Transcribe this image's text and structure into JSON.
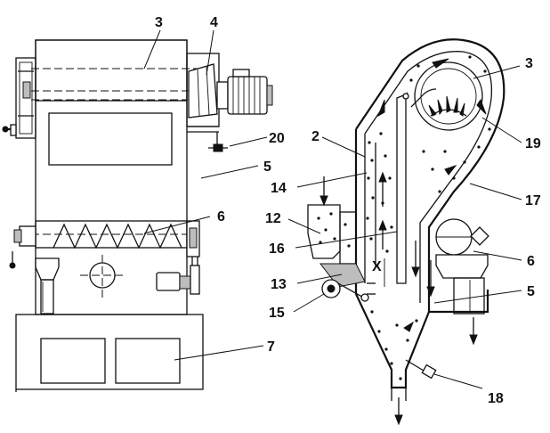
{
  "callouts": {
    "left_3": "3",
    "left_4": "4",
    "left_20": "20",
    "left_5": "5",
    "left_6": "6",
    "left_7": "7",
    "right_3": "3",
    "right_2": "2",
    "right_19": "19",
    "right_14": "14",
    "right_17": "17",
    "right_12": "12",
    "right_16": "16",
    "right_6": "6",
    "right_13": "13",
    "right_x": "X",
    "right_5": "5",
    "right_15": "15",
    "right_18": "18"
  }
}
